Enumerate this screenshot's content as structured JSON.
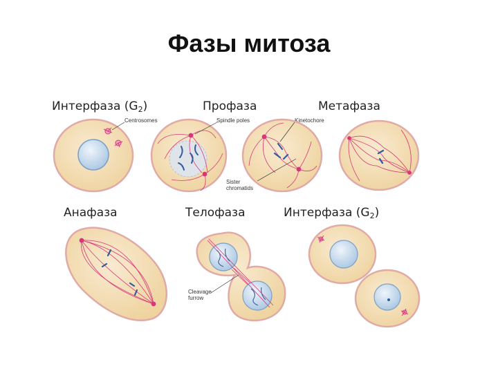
{
  "slide": {
    "title": "Фазы митоза"
  },
  "phases": {
    "interphase_1": {
      "label": "Интерфаза (G",
      "sub": "2",
      "close": ")"
    },
    "prophase": {
      "label": "Профаза"
    },
    "metaphase": {
      "label": "Метафаза"
    },
    "anaphase": {
      "label": "Анафаза"
    },
    "telophase": {
      "label": "Телофаза"
    },
    "interphase_2": {
      "label": "Интерфаза (G",
      "sub": "2",
      "close": ")"
    }
  },
  "annotations": {
    "centrosomes": "Centrosomes",
    "spindle_poles": "Spindle poles",
    "kinetochore": "Kinetochore",
    "sister_chromatids_1": "Sister",
    "sister_chromatids_2": "chromatids",
    "cleavage_furrow_1": "Cleavage",
    "cleavage_furrow_2": "furrow"
  },
  "colors": {
    "cytoplasm": "#f3dfb3",
    "membrane": "#e2b2ad",
    "nucleus": "#cfe0f0",
    "nucleus_edge": "#7c9fc4",
    "spindle": "#d8367a",
    "chromosome": "#2f5d9a"
  }
}
